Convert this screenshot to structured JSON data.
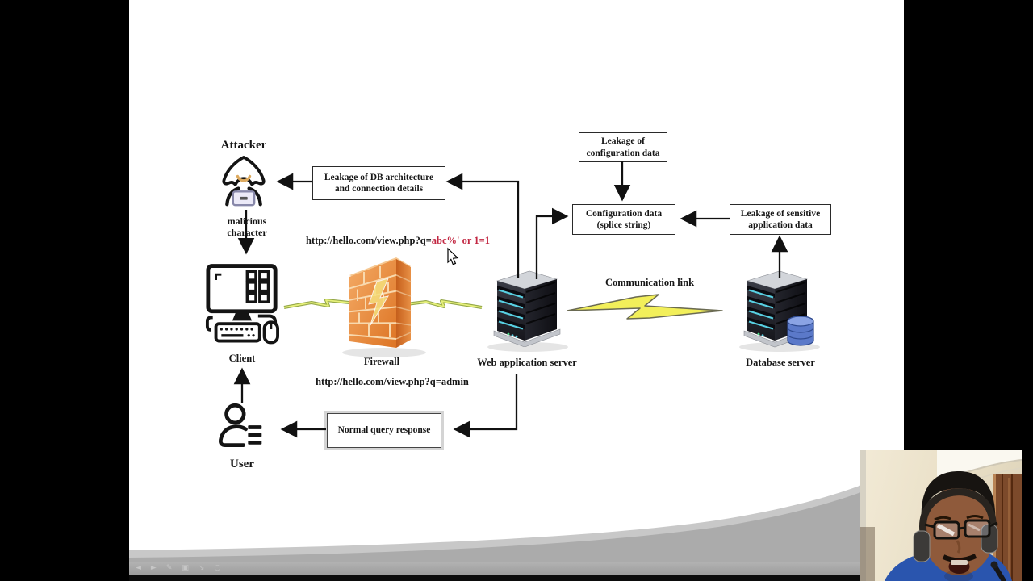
{
  "slide": {
    "labels": {
      "attacker": "Attacker",
      "malicious": [
        "malicious",
        "character"
      ],
      "client": "Client",
      "user": "User",
      "firewall": "Firewall",
      "web_server": "Web application server",
      "db_server": "Database server",
      "comm_link": "Communication link"
    },
    "boxes": {
      "db_leak": [
        "Leakage of DB architecture",
        "and connection details"
      ],
      "config_leak": [
        "Leakage of",
        "configuration data"
      ],
      "config_data": [
        "Configuration data",
        "(splice string)"
      ],
      "sensitive_leak": [
        "Leakage of sensitive",
        "application data"
      ],
      "normal_response": [
        "Normal query response"
      ]
    },
    "urls": {
      "attack_prefix": "http://hello.com/view.php?q=",
      "attack_payload": "abc%' or 1=1",
      "normal": "http://hello.com/view.php?q=admin"
    },
    "colors": {
      "payload_red": "#c22742",
      "lightning_yellow": "#f2ef5a",
      "firewall_orange": "#e58a3c",
      "server_stripe_cyan": "#58d0e2",
      "db_cylinder_blue": "#5b79c9",
      "swoosh_gray": "#a9a9a9"
    }
  },
  "toolbar": {
    "icons": [
      {
        "name": "previous-slide-icon",
        "glyph": "◄"
      },
      {
        "name": "next-slide-icon",
        "glyph": "►"
      },
      {
        "name": "pen-tool-icon",
        "glyph": "✎"
      },
      {
        "name": "display-icon",
        "glyph": "▣"
      },
      {
        "name": "navigate-icon",
        "glyph": "↘"
      },
      {
        "name": "more-icon",
        "glyph": "○"
      }
    ]
  }
}
